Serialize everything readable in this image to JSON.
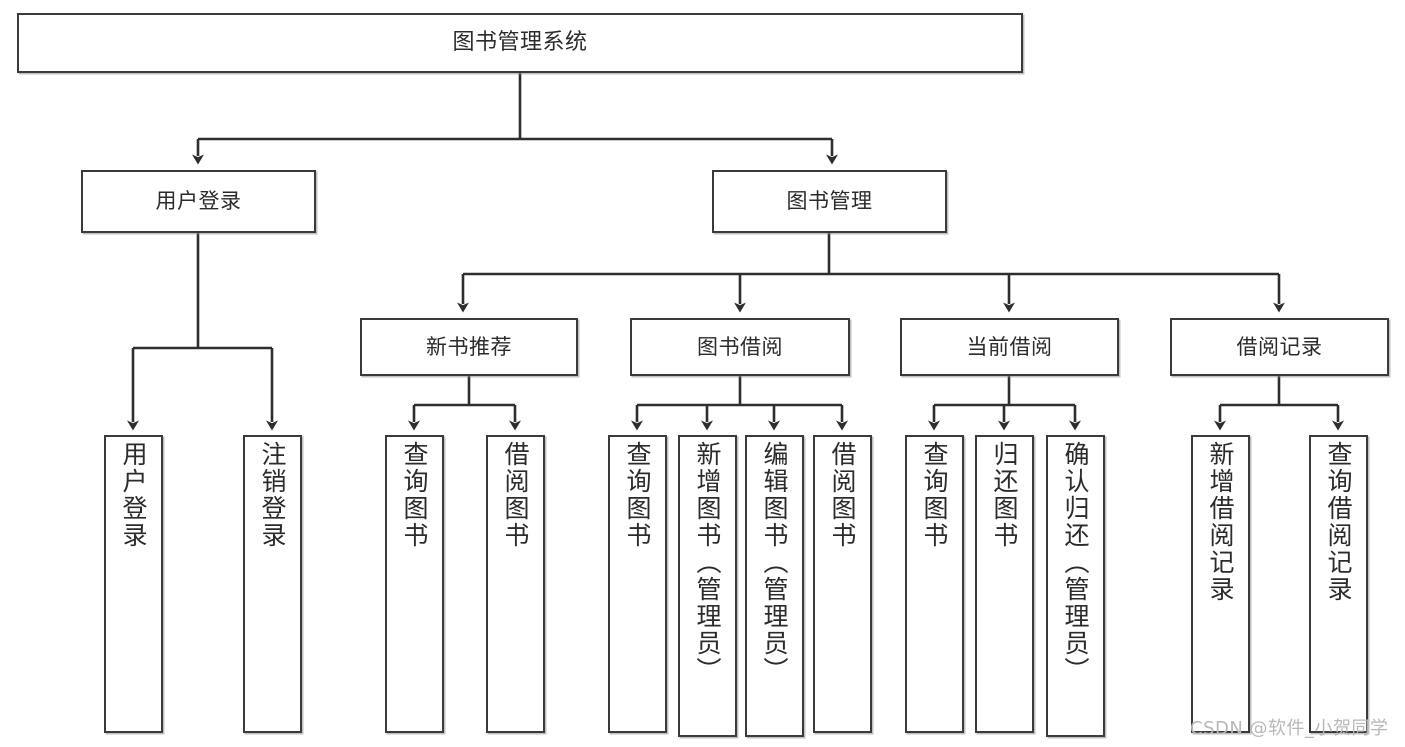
{
  "diagram": {
    "type": "hierarchy-tree",
    "title": "图书管理系统",
    "colors": {
      "box_border": "#3a3a3a",
      "box_fill": "#ffffff",
      "edge": "#2e2e2e",
      "text": "#2b2b2b",
      "watermark": "#b8b8b8",
      "background": "#ffffff"
    },
    "root": {
      "label": "图书管理系统"
    },
    "level2": [
      {
        "id": "user-login",
        "label": "用户登录"
      },
      {
        "id": "book-management",
        "label": "图书管理"
      }
    ],
    "level3": [
      {
        "id": "new-book-recommend",
        "label": "新书推荐",
        "parent": "book-management"
      },
      {
        "id": "book-borrow",
        "label": "图书借阅",
        "parent": "book-management"
      },
      {
        "id": "current-borrow",
        "label": "当前借阅",
        "parent": "book-management"
      },
      {
        "id": "borrow-record",
        "label": "借阅记录",
        "parent": "book-management"
      }
    ],
    "leaves": [
      {
        "id": "leaf-user-login",
        "label": "用户登录",
        "parent": "user-login"
      },
      {
        "id": "leaf-logout",
        "label": "注销登录",
        "parent": "user-login"
      },
      {
        "id": "leaf-query-book-1",
        "label": "查询图书",
        "parent": "new-book-recommend"
      },
      {
        "id": "leaf-borrow-book-1",
        "label": "借阅图书",
        "parent": "new-book-recommend"
      },
      {
        "id": "leaf-query-book-2",
        "label": "查询图书",
        "parent": "book-borrow"
      },
      {
        "id": "leaf-add-book",
        "label": "新增图书（管理员）",
        "parent": "book-borrow"
      },
      {
        "id": "leaf-edit-book",
        "label": "编辑图书（管理员）",
        "parent": "book-borrow"
      },
      {
        "id": "leaf-borrow-book-2",
        "label": "借阅图书",
        "parent": "book-borrow"
      },
      {
        "id": "leaf-query-book-3",
        "label": "查询图书",
        "parent": "current-borrow"
      },
      {
        "id": "leaf-return-book",
        "label": "归还图书",
        "parent": "current-borrow"
      },
      {
        "id": "leaf-confirm-return",
        "label": "确认归还（管理员）",
        "parent": "current-borrow"
      },
      {
        "id": "leaf-add-record",
        "label": "新增借阅记录",
        "parent": "borrow-record"
      },
      {
        "id": "leaf-query-record",
        "label": "查询借阅记录",
        "parent": "borrow-record"
      }
    ],
    "watermark": "CSDN @软件_小贺同学"
  }
}
